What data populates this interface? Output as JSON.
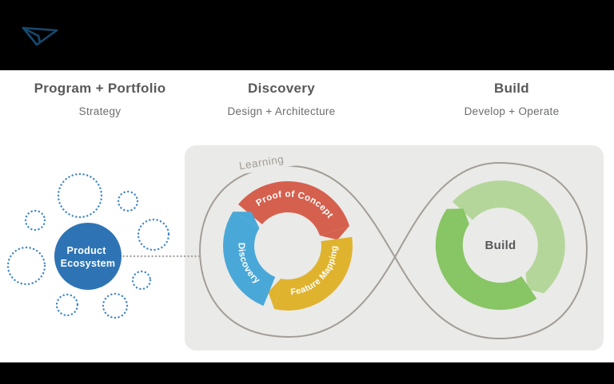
{
  "brand": {
    "logo_icon": "paper-plane"
  },
  "phases": [
    {
      "title": "Program + Portfolio",
      "subtitle": "Strategy"
    },
    {
      "title": "Discovery",
      "subtitle": "Design + Architecture"
    },
    {
      "title": "Build",
      "subtitle": "Develop + Operate"
    }
  ],
  "diagram": {
    "product_circle": {
      "line1": "Product",
      "line2": "Ecosystem",
      "color": "#2e74b5"
    },
    "loop_label": "Learning",
    "discovery_cycle": {
      "segments": [
        {
          "label": "Proof of Concept",
          "color": "#d5604e"
        },
        {
          "label": "Feature Mapping",
          "color": "#dfb32e"
        },
        {
          "label": "Discovery",
          "color": "#4aa8d8"
        }
      ]
    },
    "build_cycle": {
      "label": "Build",
      "light_color": "#b5d69a",
      "dark_color": "#88c565"
    }
  },
  "colors": {
    "panel": "#eaeae8",
    "loop_line": "#a39d97",
    "dotted_circle_blue": "#3f87c9",
    "connector_gray": "#aaa6a2",
    "title_gray": "#58595b",
    "subtitle_gray": "#6b6c6e",
    "logo_blue": "#17496f",
    "top_bar": "#000000",
    "bottom_bar": "#000000"
  }
}
